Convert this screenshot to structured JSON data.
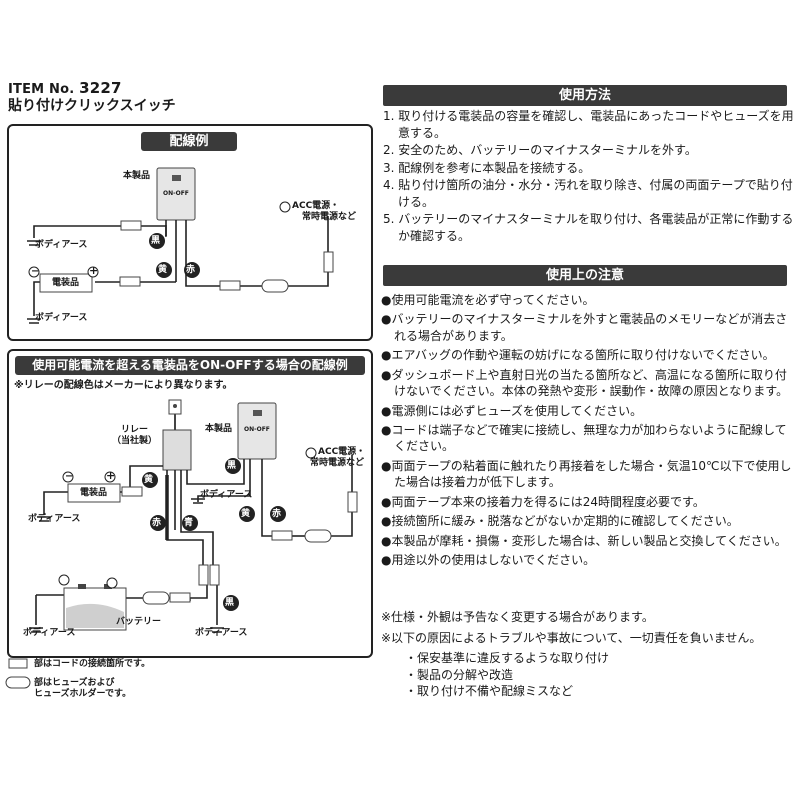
{
  "header": {
    "item_label": "ITEM No.",
    "item_number": "3227",
    "product_name": "貼り付けクリックスイッチ"
  },
  "diagram1": {
    "title": "配線例",
    "product_label": "本製品",
    "switch_text": "ON-OFF",
    "acc_label_1": "ACC電源・",
    "acc_label_2": "常時電源など",
    "body_earth_1": "ボディアース",
    "body_earth_2": "ボディアース",
    "device_label": "電装品",
    "wire_black": "黒",
    "wire_yellow": "黄",
    "wire_red": "赤",
    "minus": "−",
    "plus": "+"
  },
  "diagram2": {
    "title": "使用可能電流を超える電装品をON-OFFする場合の配線例",
    "note": "※リレーの配線色はメーカーにより異なります。",
    "relay_label_1": "リレー",
    "relay_label_2": "（当社製）",
    "product_label": "本製品",
    "switch_text": "ON-OFF",
    "acc_label_1": "ACC電源・",
    "acc_label_2": "常時電源など",
    "device_label": "電装品",
    "battery_label": "バッテリー",
    "body_earth_1": "ボディアース",
    "body_earth_2": "ボディアース",
    "body_earth_3": "ボディアース",
    "body_earth_4": "ボディアース",
    "wire_yellow_1": "黄",
    "wire_black_1": "黒",
    "wire_red_1": "赤",
    "wire_blue": "青",
    "wire_yellow_2": "黄",
    "wire_red_2": "赤",
    "wire_black_2": "黒",
    "minus": "−",
    "plus": "+"
  },
  "legend": {
    "connection": "部はコードの接続箇所です。",
    "fuse_1": "部はヒューズおよび",
    "fuse_2": "ヒューズホルダーです。"
  },
  "usage": {
    "title": "使用方法",
    "steps": [
      "1. 取り付ける電装品の容量を確認し、電装品にあったコードやヒューズを用意する。",
      "2. 安全のため、バッテリーのマイナスターミナルを外す。",
      "3. 配線例を参考に本製品を接続する。",
      "4. 貼り付け箇所の油分・水分・汚れを取り除き、付属の両面テープで貼り付ける。",
      "5. バッテリーのマイナスターミナルを取り付け、各電装品が正常に作動するか確認する。"
    ]
  },
  "cautions": {
    "title": "使用上の注意",
    "items": [
      "使用可能電流を必ず守ってください。",
      "バッテリーのマイナスターミナルを外すと電装品のメモリーなどが消去される場合があります。",
      "エアバッグの作動や運転の妨げになる箇所に取り付けないでください。",
      "ダッシュボード上や直射日光の当たる箇所など、高温になる箇所に取り付けないでください。本体の発熱や変形・誤動作・故障の原因となります。",
      "電源側には必ずヒューズを使用してください。",
      "コードは端子などで確実に接続し、無理な力が加わらないように配線してください。",
      "両面テープの粘着面に触れたり再接着をした場合・気温10℃以下で使用した場合は接着力が低下します。",
      "両面テープ本来の接着力を得るには24時間程度必要です。",
      "接続箇所に緩み・脱落などがないか定期的に確認してください。",
      "本製品が摩耗・損傷・変形した場合は、新しい製品と交換してください。",
      "用途以外の使用はしないでください。"
    ]
  },
  "notes": {
    "spec": "※仕様・外観は予告なく変更する場合があります。",
    "liability": "※以下の原因によるトラブルや事故について、一切責任を負いません。",
    "reasons": [
      "・保安基準に違反するような取り付け",
      "・製品の分解や改造",
      "・取り付け不備や配線ミスなど"
    ]
  }
}
